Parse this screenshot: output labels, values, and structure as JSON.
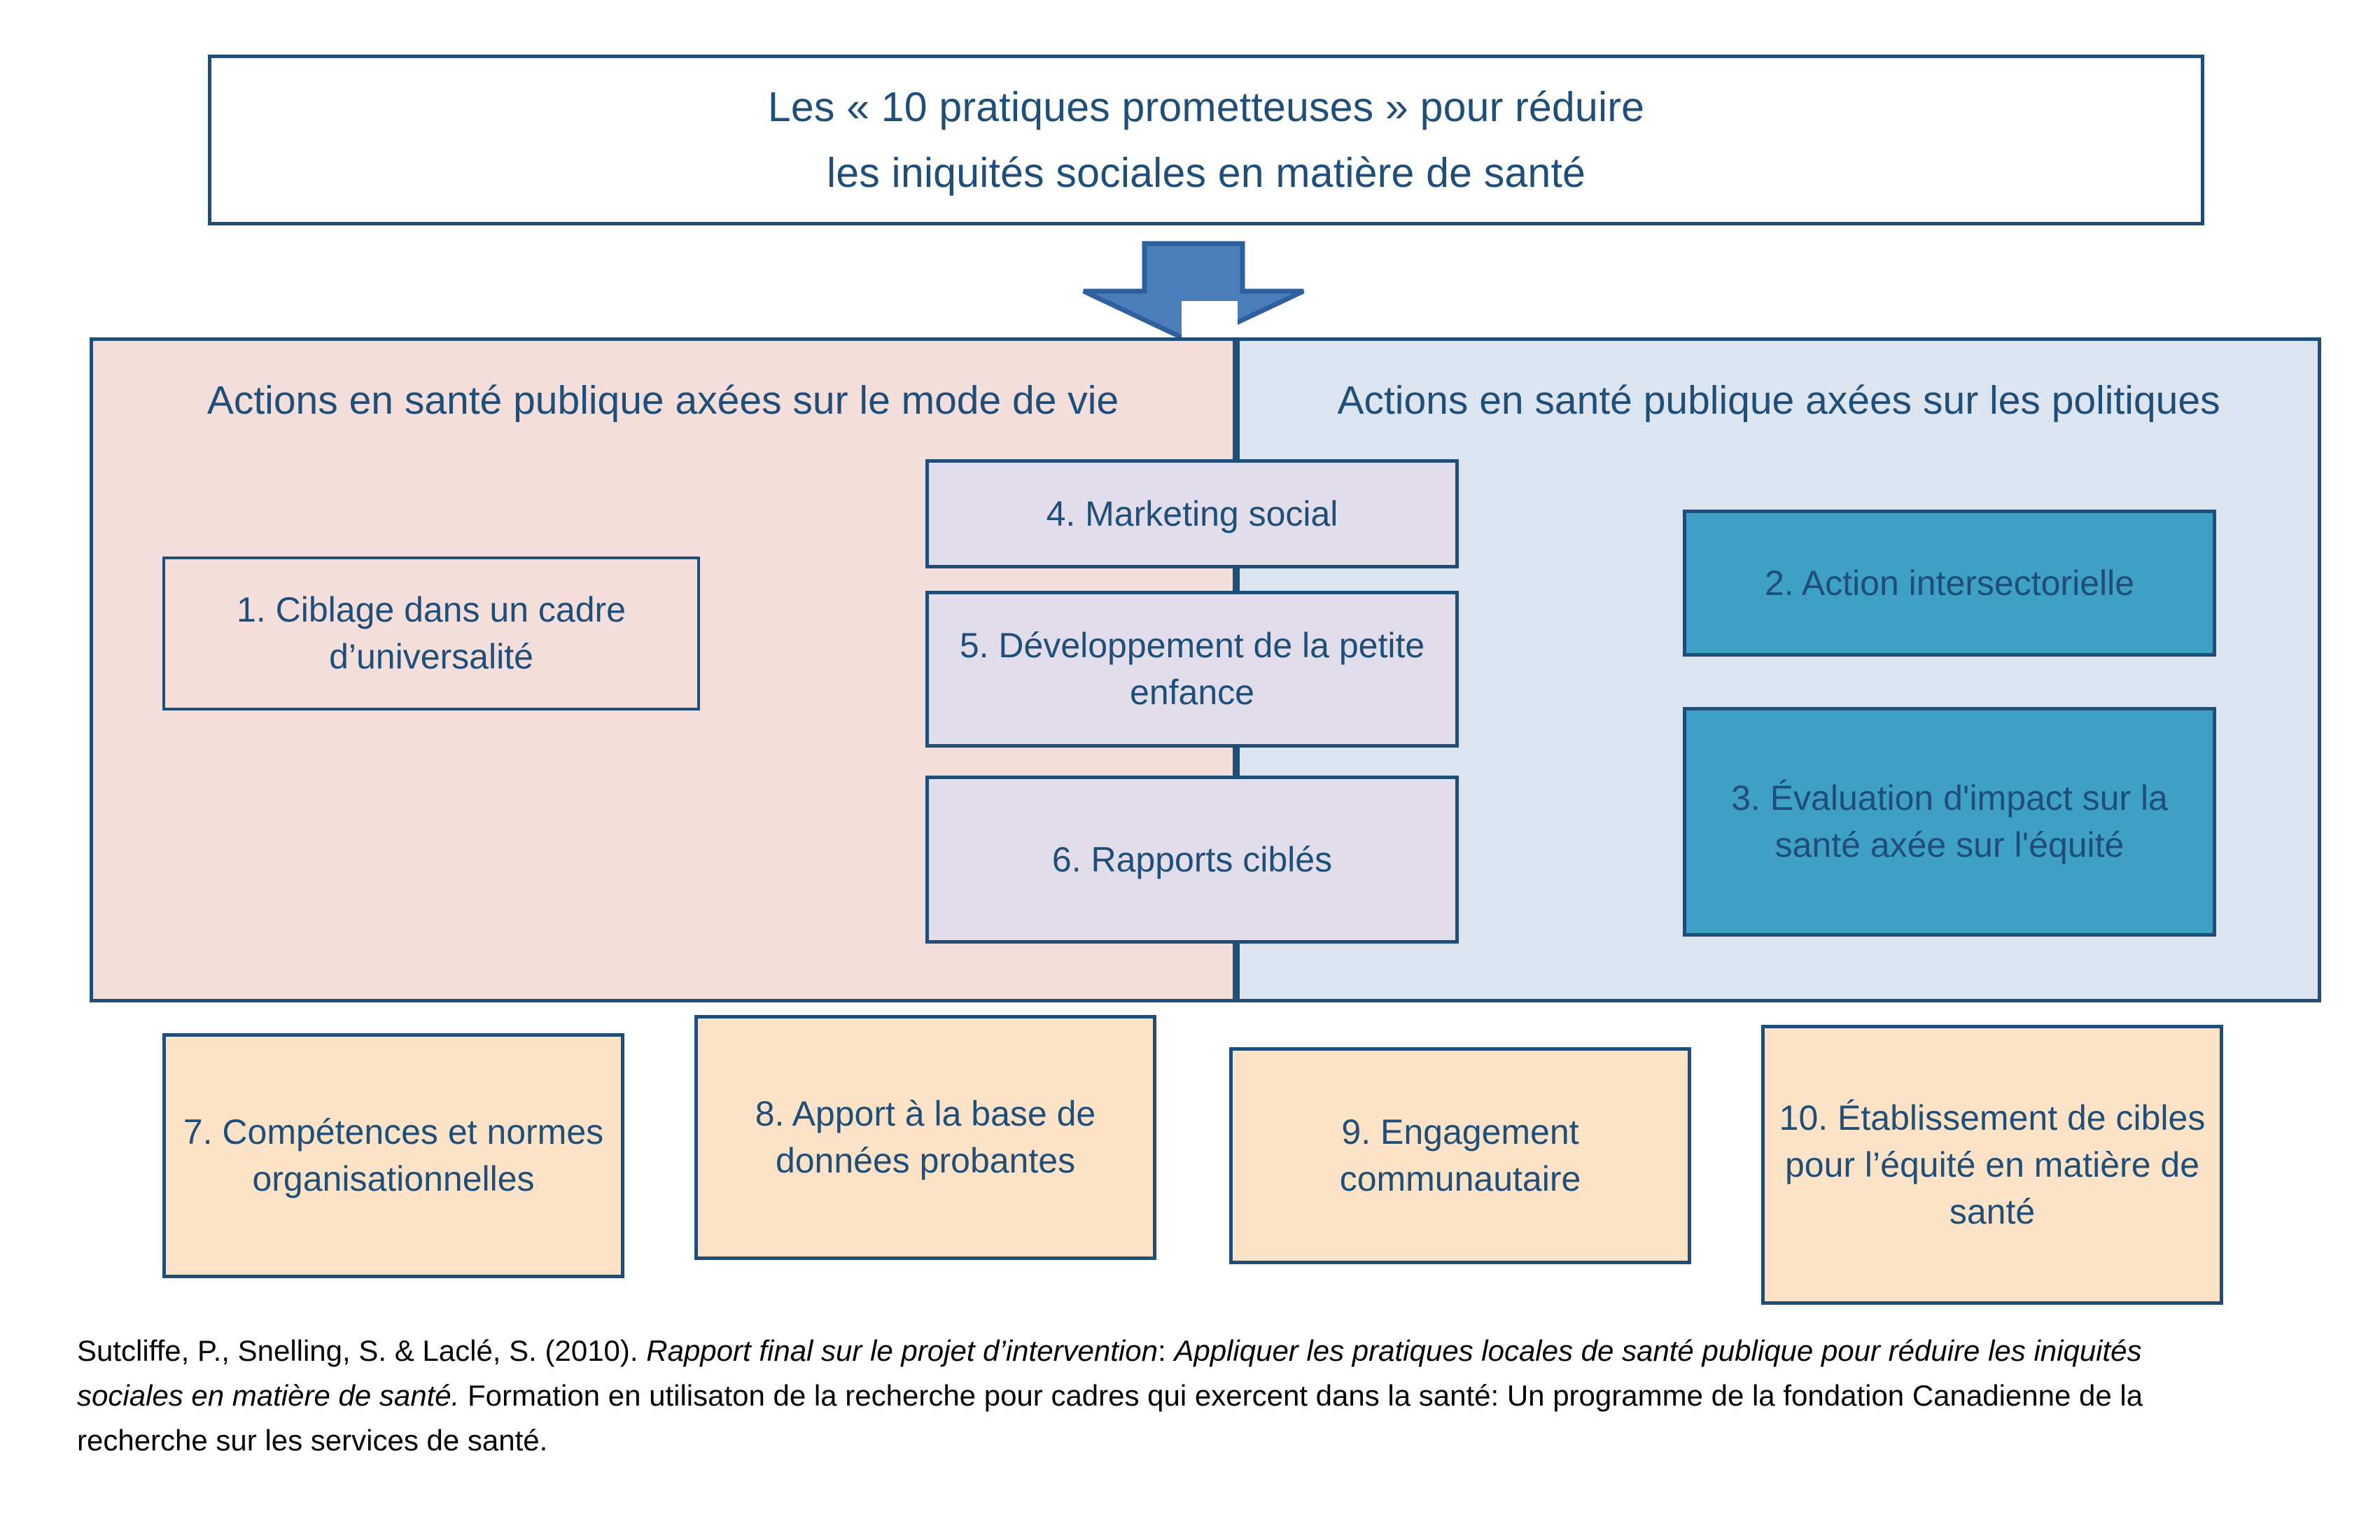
{
  "title": {
    "line1": "Les « 10 pratiques prometteuses » pour réduire",
    "line2": "les iniquités sociales en matière  de santé"
  },
  "arrow": {
    "name": "down-arrow",
    "color": "#4A7EBB"
  },
  "panels": {
    "left": {
      "heading": "Actions en santé publique axées sur le mode de vie",
      "bg": "#F3DEDC"
    },
    "right": {
      "heading": "Actions en santé publique axées sur les politiques",
      "bg": "#DCE4F0"
    }
  },
  "practices": {
    "p1": "1. Ciblage dans un cadre d’universalité",
    "p2": "2. Action intersectorielle",
    "p3": "3. Évaluation d'impact sur la santé axée sur l'équité",
    "p4": "4. Marketing social",
    "p5": "5. Développement de la petite enfance",
    "p6": "6. Rapports ciblés",
    "p7": "7. Compétences et normes organisationnelles",
    "p8": "8. Apport à la base de données probantes",
    "p9": "9. Engagement communautaire",
    "p10": "10. Établissement de cibles pour l’équité en matière de santé"
  },
  "colors": {
    "outline": "#1F4E79",
    "text": "#1F4E79",
    "center_box": "#E2DDEA",
    "teal_box": "#3DA0C4",
    "peach_box": "#FCE3C7",
    "arrow": "#4A7EBB"
  },
  "citation": {
    "part1": "Sutcliffe, P., Snelling, S. & Laclé, S. (2010). ",
    "italic1": "Rapport final sur le projet d’intervention",
    "part2": ": ",
    "italic2": "Appliquer les pratiques locales de santé publique pour réduire les iniquités sociales en matière de santé.",
    "part3": " Formation en utilisaton de la recherche pour cadres qui exercent dans la santé: Un programme de la fondation Canadienne de la recherche sur les services de santé."
  }
}
